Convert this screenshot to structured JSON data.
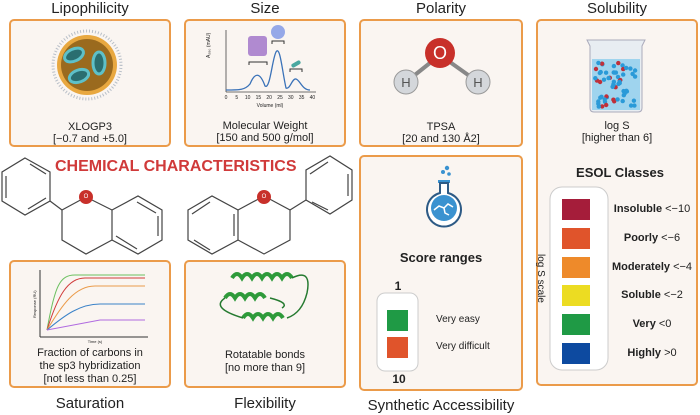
{
  "title": "CHEMICAL CHARACTERISTICS",
  "lipophilicity": {
    "heading": "Lipophilicity",
    "metric": "XLOGP3",
    "range": "[−0.7 and +5.0]"
  },
  "size": {
    "heading": "Size",
    "metric": "Molecular Weight",
    "range": "[150 and 500 g/mol]",
    "chart": {
      "ylabel": "A₂₈₀ (mAU)",
      "xlabel": "Volume (ml)",
      "ticks": [
        "0",
        "5",
        "10",
        "15",
        "20",
        "25",
        "30",
        "35",
        "40"
      ]
    }
  },
  "polarity": {
    "heading": "Polarity",
    "metric": "TPSA",
    "range": "[20 and 130 Å2]",
    "atoms": {
      "o": "O",
      "h": "H"
    }
  },
  "solubility": {
    "heading": "Solubility",
    "metric": "log S",
    "range": "[higher than 6]",
    "esol_title": "ESOL Classes",
    "scale_label": "log S scale",
    "classes": [
      {
        "name": "Insoluble",
        "threshold": "<−10",
        "color": "#a51d3a"
      },
      {
        "name": "Poorly",
        "threshold": "<−6",
        "color": "#e0542b"
      },
      {
        "name": "Moderately",
        "threshold": "<−4",
        "color": "#ee8a2a"
      },
      {
        "name": "Soluble",
        "threshold": "<−2",
        "color": "#ecdc22"
      },
      {
        "name": "Very",
        "threshold": "<0",
        "color": "#1f9a45"
      },
      {
        "name": "Highly",
        "threshold": ">0",
        "color": "#0d4aa0"
      }
    ]
  },
  "saturation": {
    "heading": "Saturation",
    "line1": "Fraction of carbons in",
    "line2": "the sp3 hybridization",
    "range": "[not less than 0.25]",
    "chart": {
      "ylabel": "Response (RU)",
      "xlabel": "Time (s)"
    }
  },
  "flexibility": {
    "heading": "Flexibility",
    "metric": "Rotatable bonds",
    "range": "[no more than 9]"
  },
  "synthetic": {
    "heading": "Synthetic Accessibility",
    "score_title": "Score ranges",
    "top": "1",
    "bottom": "10",
    "levels": [
      {
        "label": "Very easy",
        "color": "#1f9a45"
      },
      {
        "label": "Very difficult",
        "color": "#e0542b"
      }
    ]
  },
  "molecule_atom": "O",
  "colors": {
    "border": "#eb9b4a",
    "panel": "#faf5f1",
    "title": "#d03a3a"
  }
}
